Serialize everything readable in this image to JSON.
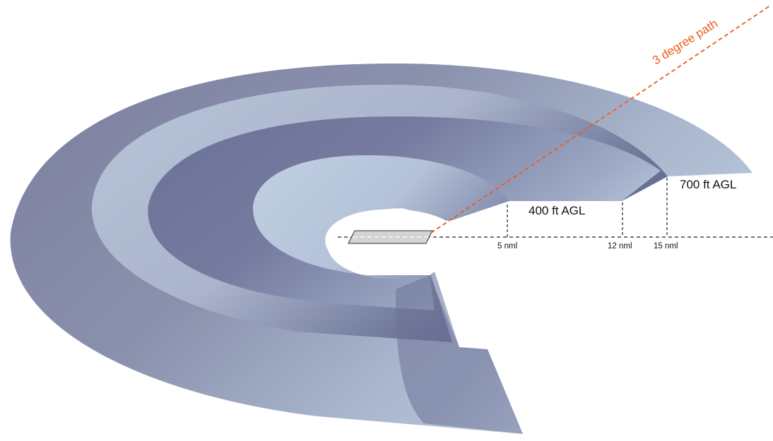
{
  "labels": {
    "glide_path": "3 degree path",
    "inner_height": "400 ft AGL",
    "outer_height": "700 ft AGL",
    "dist_inner": "5 nml",
    "dist_middle": "12 nml",
    "dist_outer": "15 nml"
  },
  "colors": {
    "glide_path": "#ee5a1e",
    "guide_line": "#222222",
    "ring_light": "#bccbdf",
    "ring_dark": "#636d92",
    "runway": "#d4d4d4"
  }
}
